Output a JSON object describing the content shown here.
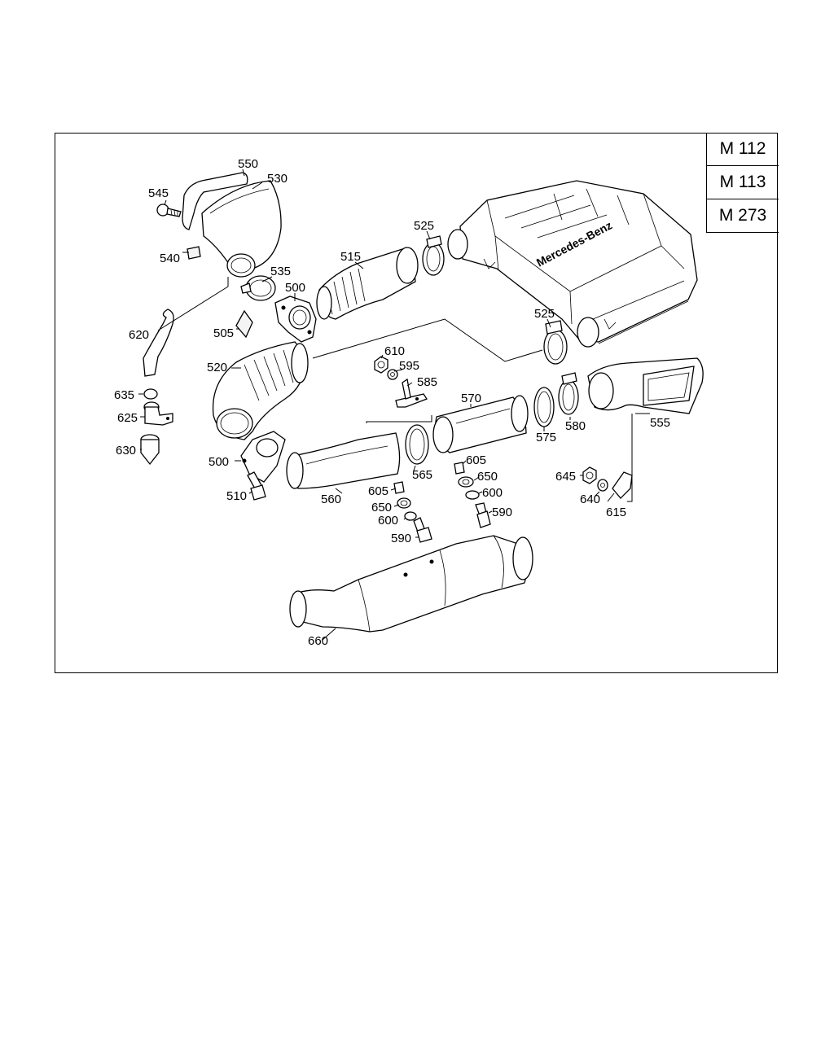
{
  "model_codes": [
    "M 112",
    "M 113",
    "M 273"
  ],
  "brand_text": "Mercedes-Benz",
  "part_labels": {
    "p550": "550",
    "p530": "530",
    "p545": "545",
    "p540": "540",
    "p535": "535",
    "p500a": "500",
    "p505": "505",
    "p620": "620",
    "p515": "515",
    "p525a": "525",
    "p525b": "525",
    "p520": "520",
    "p610": "610",
    "p595": "595",
    "p585": "585",
    "p570": "570",
    "p575": "575",
    "p580": "580",
    "p555": "555",
    "p635": "635",
    "p625": "625",
    "p630": "630",
    "p500b": "500",
    "p510": "510",
    "p560": "560",
    "p565": "565",
    "p605a": "605",
    "p650a": "650",
    "p600a": "600",
    "p590a": "590",
    "p605b": "605",
    "p650b": "650",
    "p600b": "600",
    "p590b": "590",
    "p645": "645",
    "p640": "640",
    "p615": "615",
    "p660": "660"
  }
}
